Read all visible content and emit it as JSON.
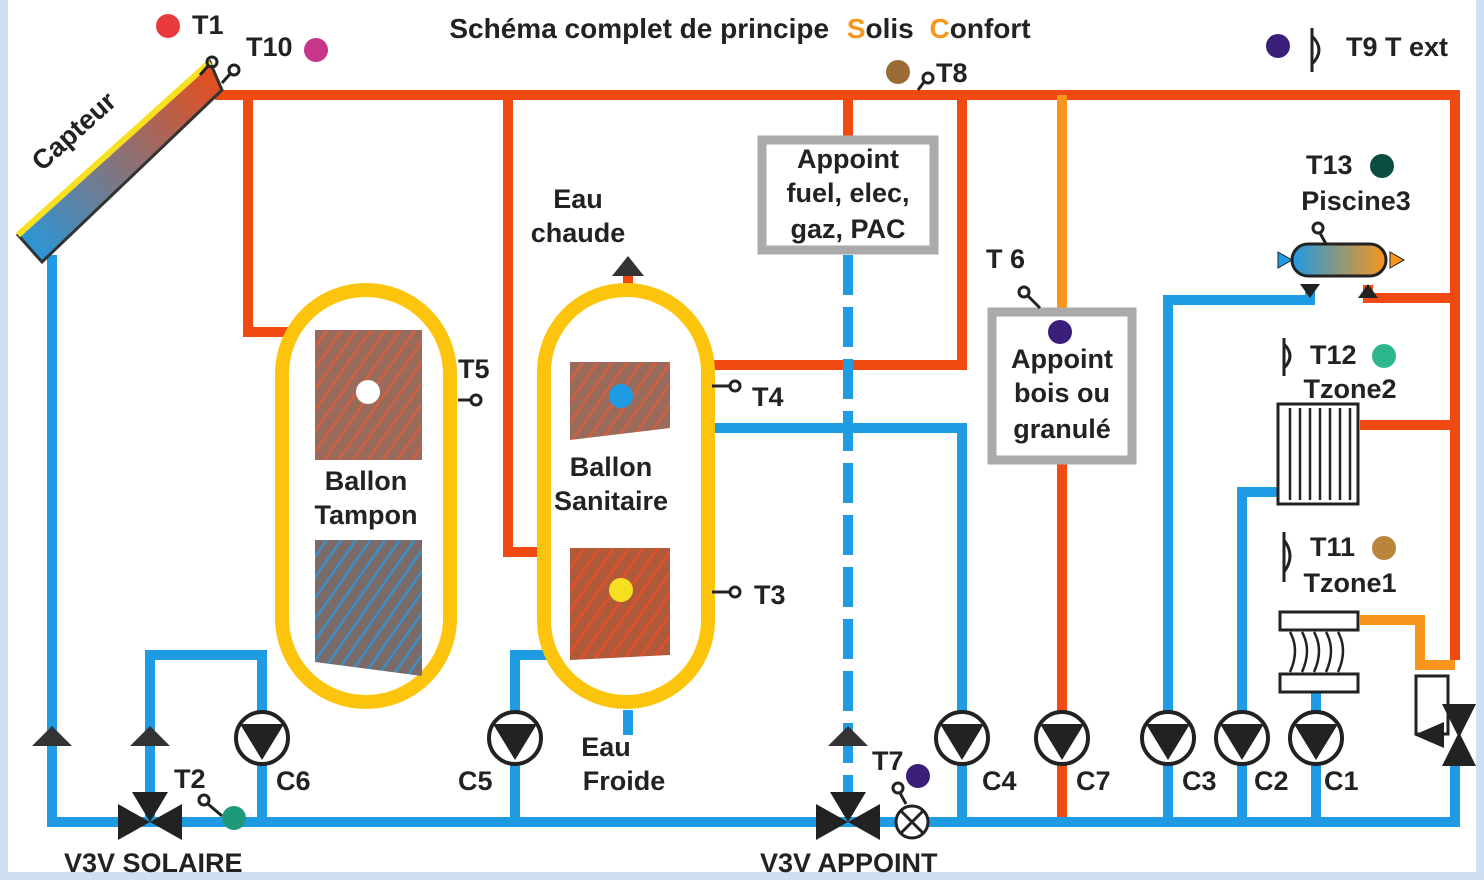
{
  "title": {
    "prefix": "Schéma complet de principe",
    "brand_word_1": "Solis",
    "brand_word_2": "Confort",
    "brand_initial_1": "S",
    "brand_rest_1": "olis",
    "brand_initial_2": "C",
    "brand_rest_2": "onfort",
    "brand_color": "#f7951d"
  },
  "collector": {
    "label": "Capteur"
  },
  "tanks": {
    "buffer": {
      "line1": "Ballon",
      "line2": "Tampon"
    },
    "sanitary": {
      "line1": "Ballon",
      "line2": "Sanitaire"
    }
  },
  "water": {
    "hot": {
      "line1": "Eau",
      "line2": "chaude"
    },
    "cold": {
      "line1": "Eau",
      "line2": "Froide"
    }
  },
  "boxes": {
    "backup": {
      "line1": "Appoint",
      "line2": "fuel, elec,",
      "line3": "gaz, PAC"
    },
    "wood": {
      "line1": "Appoint",
      "line2": "bois ou",
      "line3": "granulé"
    }
  },
  "sensors": [
    {
      "id": "T1",
      "label": "T1",
      "color": "#e83a3c"
    },
    {
      "id": "T10",
      "label": "T10",
      "color": "#c8368a"
    },
    {
      "id": "T8",
      "label": "T8",
      "color": "#9a6b35"
    },
    {
      "id": "T9",
      "label": "T9 T ext",
      "color": "#3a1f7a"
    },
    {
      "id": "T13",
      "label": "T13",
      "color": "#0d4e43"
    },
    {
      "id": "T12",
      "label": "T12",
      "color": "#2cb88c"
    },
    {
      "id": "T11",
      "label": "T11",
      "color": "#b8853b"
    },
    {
      "id": "T6",
      "label": "T 6",
      "color": "#3a1f7a"
    },
    {
      "id": "T5",
      "label": "T5"
    },
    {
      "id": "T4",
      "label": "T4"
    },
    {
      "id": "T3",
      "label": "T3"
    },
    {
      "id": "T2",
      "label": "T2",
      "color": "#1e9a7a"
    },
    {
      "id": "T7",
      "label": "T7",
      "color": "#3a1f7a"
    }
  ],
  "zones": {
    "pool": "Piscine3",
    "zone2": "Tzone2",
    "zone1": "Tzone1"
  },
  "pumps": {
    "C1": "C1",
    "C2": "C2",
    "C3": "C3",
    "C4": "C4",
    "C5": "C5",
    "C6": "C6",
    "C7": "C7"
  },
  "valves": {
    "solar": "V3V SOLAIRE",
    "backup": "V3V APPOINT"
  },
  "colors": {
    "hot_pipe": "#f04a12",
    "cold_pipe": "#1e9be3",
    "wood_pipe": "#f7951d",
    "tank_shell": "#fdc40e",
    "box_border": "#aaaaaa"
  }
}
